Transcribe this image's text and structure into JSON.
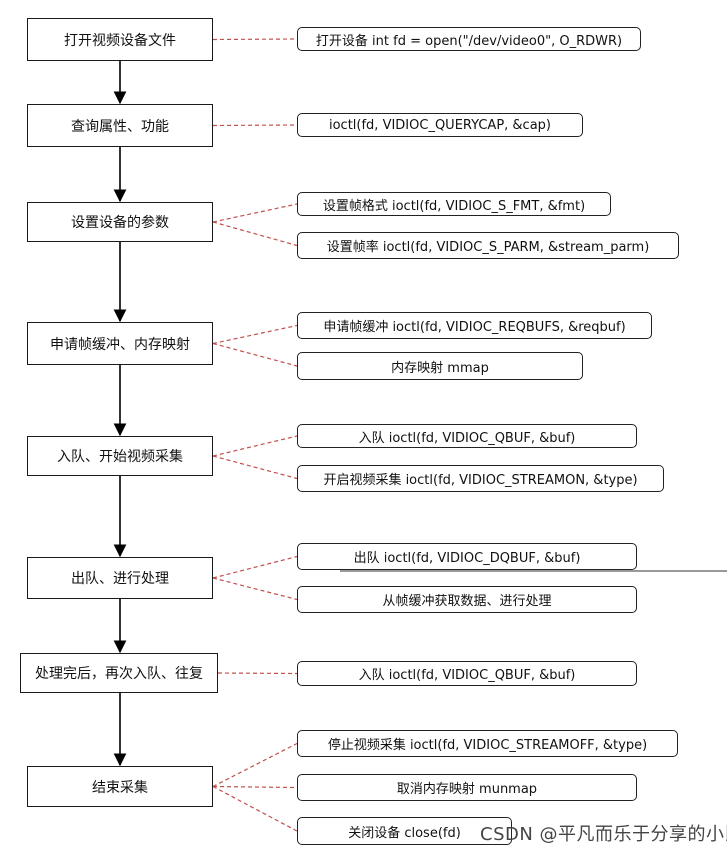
{
  "steps": [
    {
      "id": "s1",
      "label": "打开视频设备文件"
    },
    {
      "id": "s2",
      "label": "查询属性、功能"
    },
    {
      "id": "s3",
      "label": "设置设备的参数"
    },
    {
      "id": "s4",
      "label": "申请帧缓冲、内存映射"
    },
    {
      "id": "s5",
      "label": "入队、开始视频采集"
    },
    {
      "id": "s6",
      "label": "出队、进行处理"
    },
    {
      "id": "s7",
      "label": "处理完后，再次入队、往复"
    },
    {
      "id": "s8",
      "label": "结束采集"
    }
  ],
  "notes": [
    {
      "id": "n1",
      "step": "s1",
      "label": "打开设备 int fd = open(\"/dev/video0\", O_RDWR)"
    },
    {
      "id": "n2",
      "step": "s2",
      "label": "ioctl(fd, VIDIOC_QUERYCAP, &cap)"
    },
    {
      "id": "n3",
      "step": "s3",
      "label": "设置帧格式 ioctl(fd, VIDIOC_S_FMT, &fmt)"
    },
    {
      "id": "n4",
      "step": "s3",
      "label": "设置帧率 ioctl(fd, VIDIOC_S_PARM, &stream_parm)"
    },
    {
      "id": "n5",
      "step": "s4",
      "label": "申请帧缓冲 ioctl(fd, VIDIOC_REQBUFS, &reqbuf)"
    },
    {
      "id": "n6",
      "step": "s4",
      "label": "内存映射 mmap"
    },
    {
      "id": "n7",
      "step": "s5",
      "label": "入队 ioctl(fd, VIDIOC_QBUF, &buf)"
    },
    {
      "id": "n8",
      "step": "s5",
      "label": "开启视频采集 ioctl(fd, VIDIOC_STREAMON, &type)"
    },
    {
      "id": "n9",
      "step": "s6",
      "label": "出队 ioctl(fd, VIDIOC_DQBUF, &buf)"
    },
    {
      "id": "n10",
      "step": "s6",
      "label": "从帧缓冲获取数据、进行处理"
    },
    {
      "id": "n11",
      "step": "s7",
      "label": "入队 ioctl(fd, VIDIOC_QBUF, &buf)"
    },
    {
      "id": "n12",
      "step": "s8",
      "label": "停止视频采集 ioctl(fd, VIDIOC_STREAMOFF, &type)"
    },
    {
      "id": "n13",
      "step": "s8",
      "label": "取消内存映射 munmap"
    },
    {
      "id": "n14",
      "step": "s8",
      "label": "关闭设备 close(fd)"
    }
  ],
  "watermark": "CSDN @平凡而乐于分享的小比特",
  "colors": {
    "connector": "#c0504d",
    "flow": "#000000",
    "border": "#1a1a1a"
  }
}
